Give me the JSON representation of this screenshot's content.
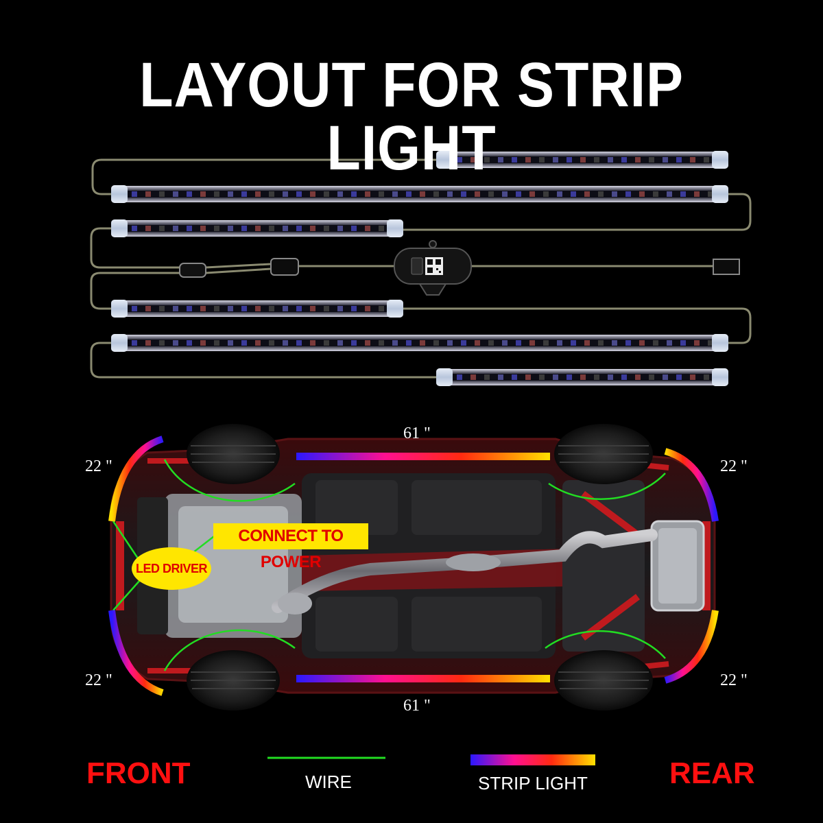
{
  "title": "LAYOUT FOR STRIP LIGHT",
  "dimensions": {
    "front_left_top": "22 \"",
    "front_left_bottom": "22 \"",
    "rear_right_top": "22 \"",
    "rear_right_bottom": "22 \"",
    "side_top": "61 \"",
    "side_bottom": "61 \""
  },
  "callouts": {
    "power": "CONNECT TO POWER",
    "driver": "LED DRIVER"
  },
  "legend": {
    "front": "FRONT",
    "rear": "REAR",
    "wire": "WIRE",
    "strip": "STRIP LIGHT"
  },
  "colors": {
    "wire": "#22dd22",
    "strip_gradient": [
      "#2a18ff",
      "#ff1090",
      "#ff2a10",
      "#ffe000"
    ],
    "callout_bg": "#ffe600",
    "callout_text": "#e00000",
    "front_rear": "#ff1010"
  }
}
